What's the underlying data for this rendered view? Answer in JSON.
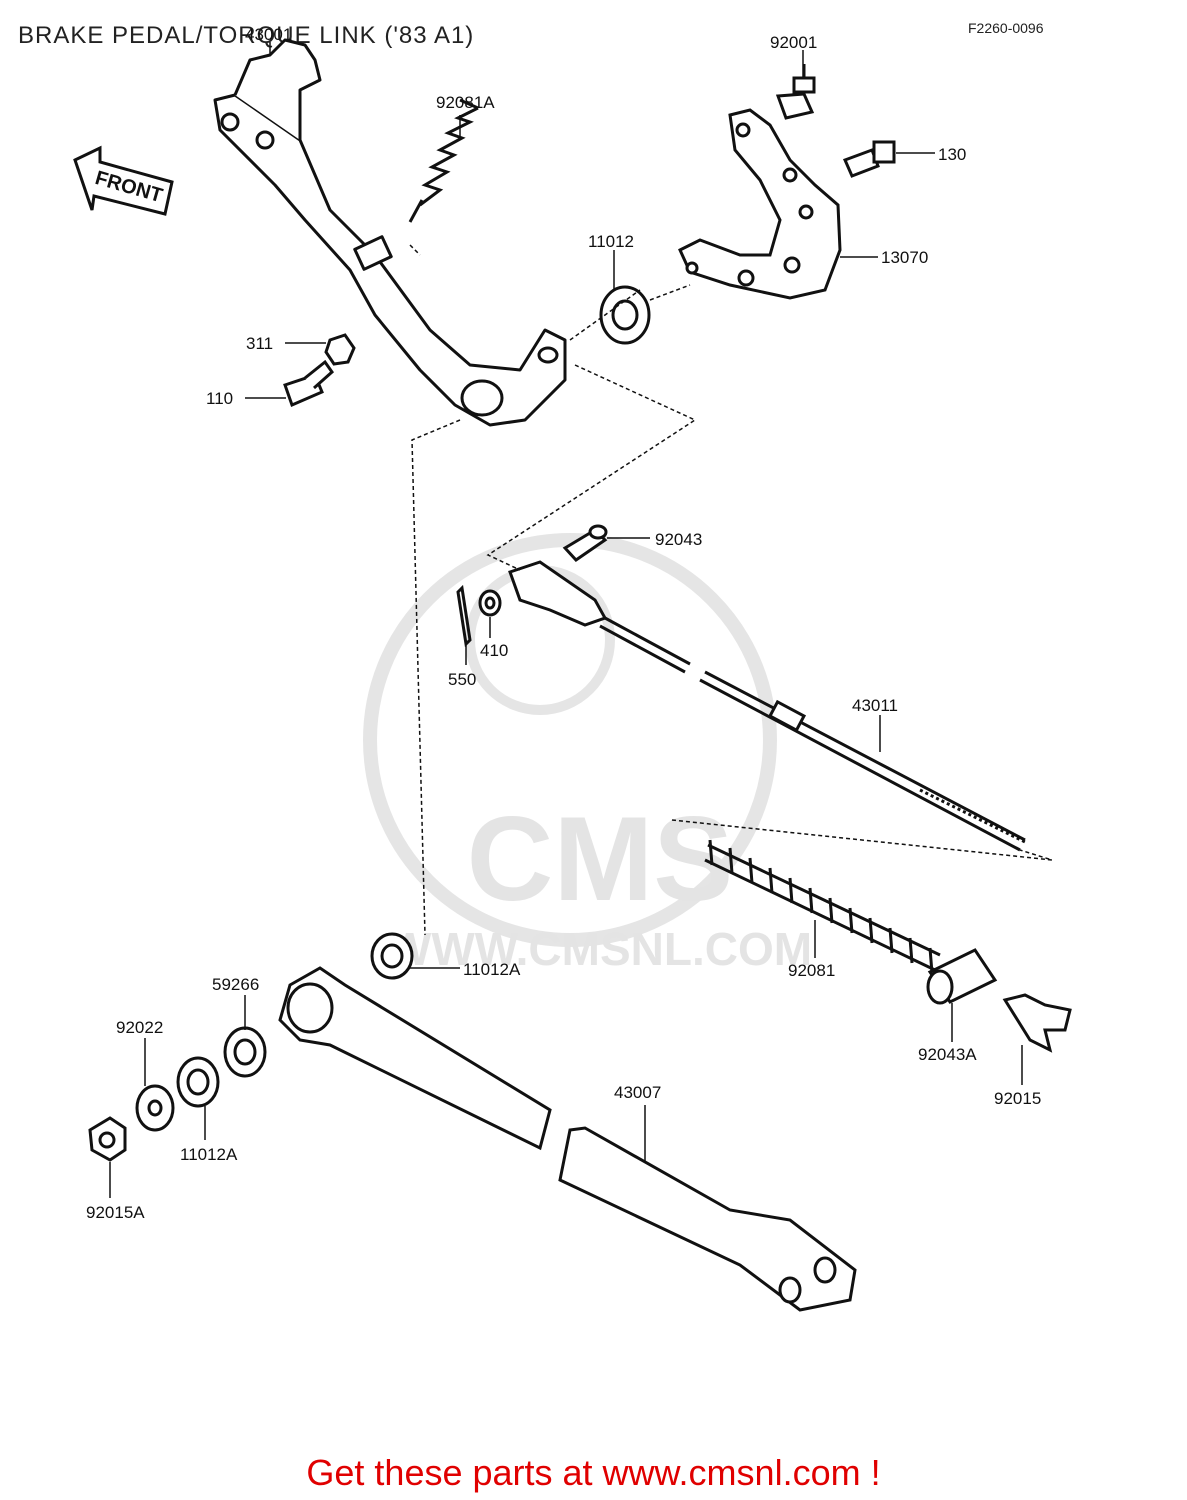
{
  "header": {
    "title": "BRAKE PEDAL/TORQUE LINK ('83 A1)",
    "figure_code": "F2260-0096"
  },
  "front_arrow": {
    "label": "FRONT"
  },
  "watermark": {
    "url": "WWW.CMSNL.COM",
    "brand": "CMS"
  },
  "parts": {
    "p43001": "43001",
    "p92081A": "92081A",
    "p92001": "92001",
    "p130": "130",
    "p11012": "11012",
    "p13070": "13070",
    "p311": "311",
    "p110": "110",
    "p92043": "92043",
    "p410": "410",
    "p550": "550",
    "p43011": "43011",
    "p11012A_top": "11012A",
    "p92081": "92081",
    "p59266": "59266",
    "p92022": "92022",
    "p11012A_bottom": "11012A",
    "p92043A": "92043A",
    "p92015": "92015",
    "p43007": "43007",
    "p92015A": "92015A"
  },
  "footer": {
    "text": "Get these parts at www.cmsnl.com !"
  },
  "colors": {
    "line": "#111111",
    "footer": "#e00000",
    "watermark": "#d8d8d8"
  }
}
